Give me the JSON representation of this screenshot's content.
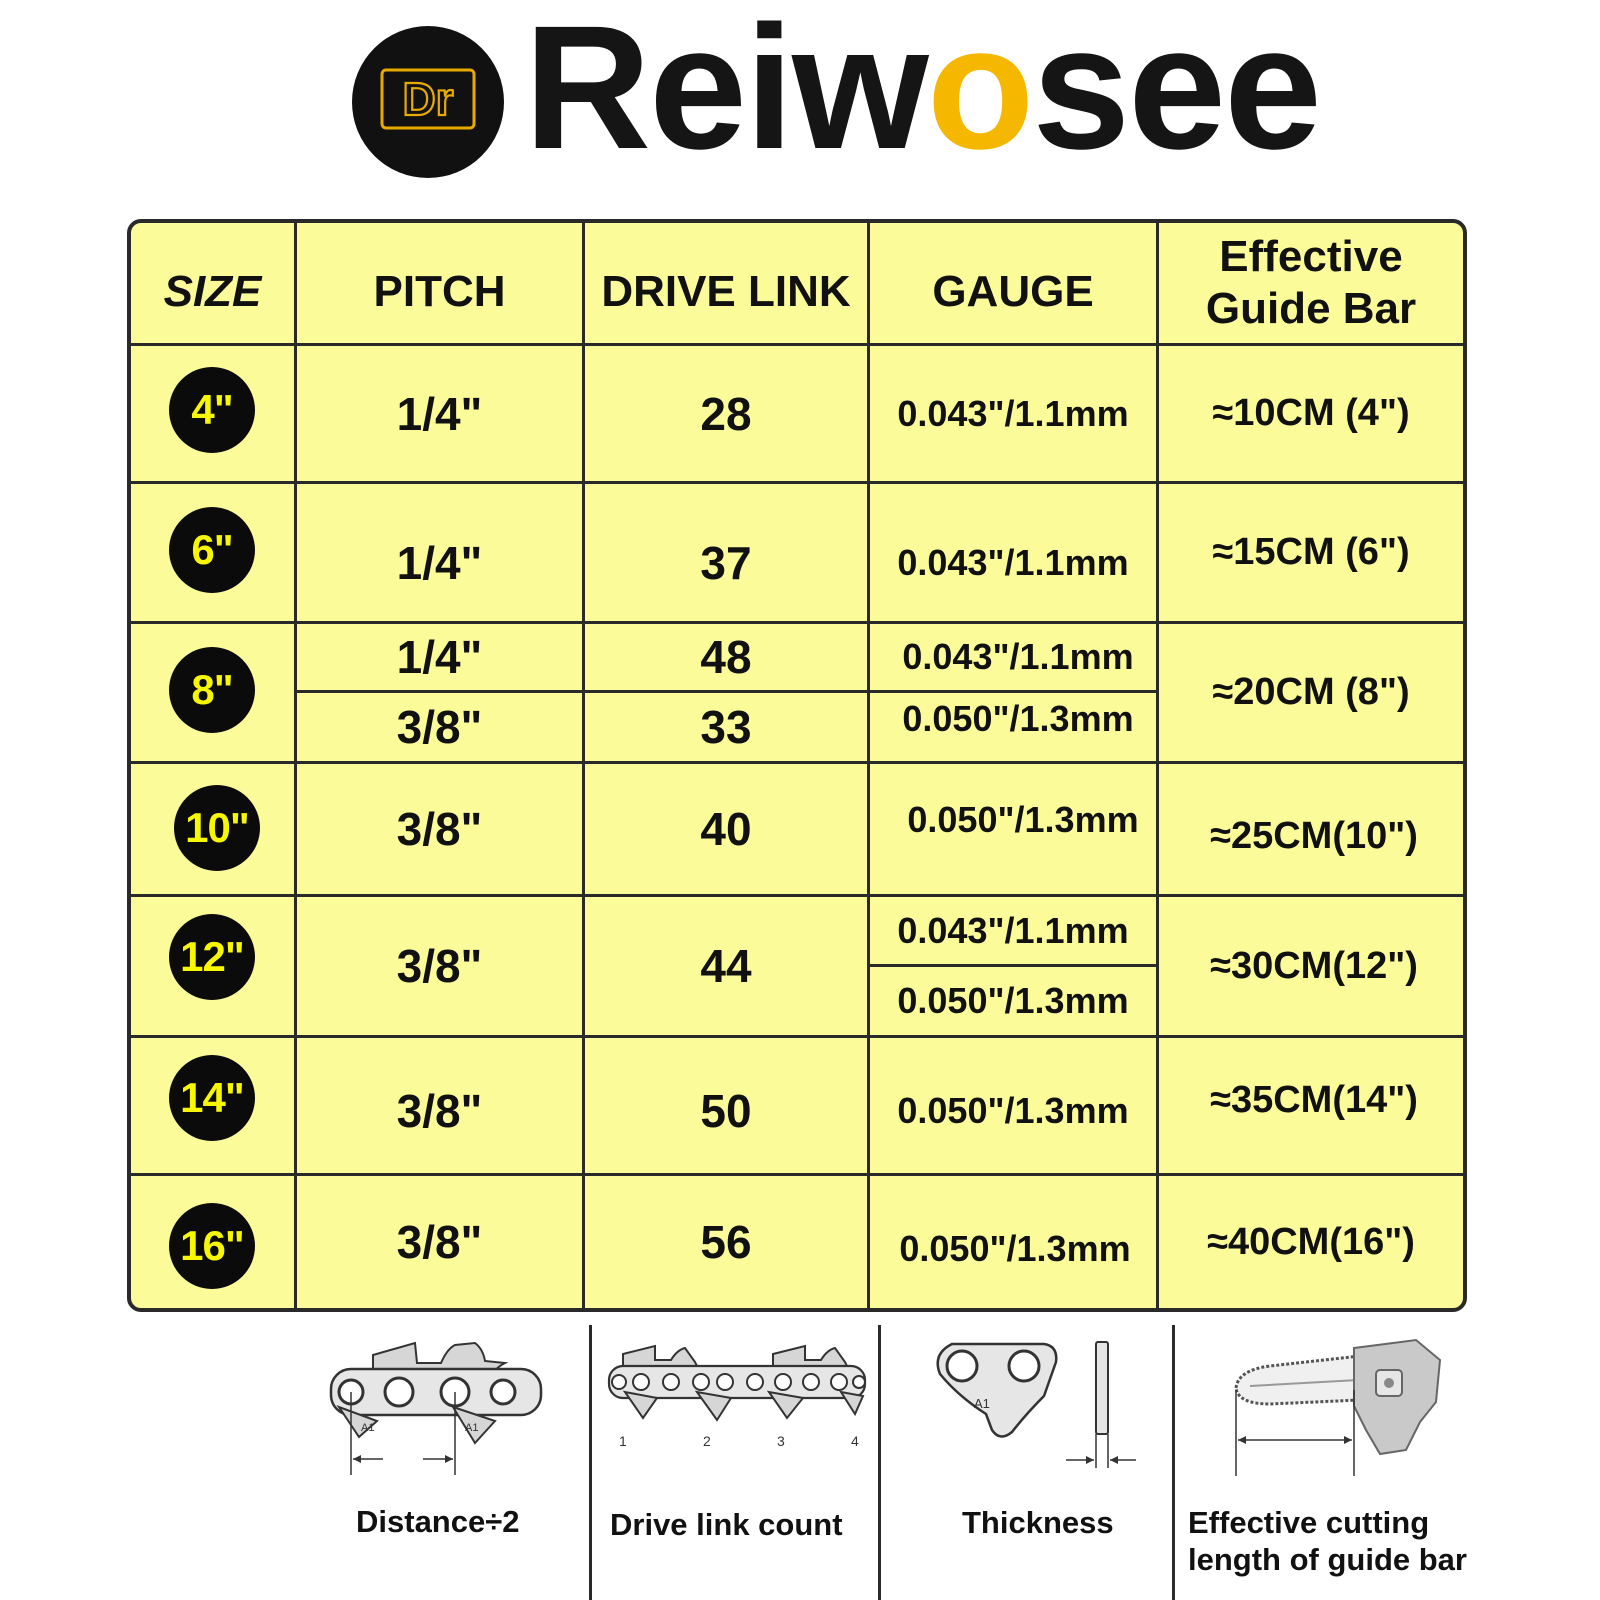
{
  "brand": {
    "badge_text": "Dr",
    "name_before_o": "Reiw",
    "name_o": "o",
    "name_after_o": "see",
    "accent_color": "#f5b700"
  },
  "table": {
    "headers": {
      "size": "SIZE",
      "pitch": "PITCH",
      "drive_link": "DRIVE LINK",
      "gauge": "GAUGE",
      "guide_bar_line1": "Effective",
      "guide_bar_line2": "Guide Bar"
    },
    "rows": [
      {
        "size": "4\"",
        "pitch": "1/4\"",
        "drive_link": "28",
        "gauge": "0.043\"/1.1mm",
        "guide_bar": "≈10CM (4\")"
      },
      {
        "size": "6\"",
        "pitch": "1/4\"",
        "drive_link": "37",
        "gauge": "0.043\"/1.1mm",
        "guide_bar": "≈15CM (6\")"
      },
      {
        "size": "8\"",
        "pitch_a": "1/4\"",
        "drive_link_a": "48",
        "gauge_a": "0.043\"/1.1mm",
        "pitch_b": "3/8\"",
        "drive_link_b": "33",
        "gauge_b": "0.050\"/1.3mm",
        "guide_bar": "≈20CM (8\")"
      },
      {
        "size": "10\"",
        "pitch": "3/8\"",
        "drive_link": "40",
        "gauge": "0.050\"/1.3mm",
        "guide_bar": "≈25CM(10\")"
      },
      {
        "size": "12\"",
        "pitch": "3/8\"",
        "drive_link": "44",
        "gauge_a": "0.043\"/1.1mm",
        "gauge_b": "0.050\"/1.3mm",
        "guide_bar": "≈30CM(12\")"
      },
      {
        "size": "14\"",
        "pitch": "3/8\"",
        "drive_link": "50",
        "gauge": "0.050\"/1.3mm",
        "guide_bar": "≈35CM(14\")"
      },
      {
        "size": "16\"",
        "pitch": "3/8\"",
        "drive_link": "56",
        "gauge": "0.050\"/1.3mm",
        "guide_bar": "≈40CM(16\")"
      }
    ],
    "colors": {
      "background": "#fbfb9a",
      "badge_fill": "#0b0b0b",
      "badge_text": "#f7f700"
    }
  },
  "diagrams": {
    "pitch": {
      "caption": "Distance÷2",
      "link_mark": "A1"
    },
    "drive_link": {
      "caption": "Drive link count",
      "counts": [
        "1",
        "2",
        "3",
        "4"
      ]
    },
    "gauge": {
      "caption": "Thickness",
      "link_mark": "A1"
    },
    "guide_bar": {
      "caption_line1": "Effective cutting",
      "caption_line2": "length of guide bar"
    }
  }
}
